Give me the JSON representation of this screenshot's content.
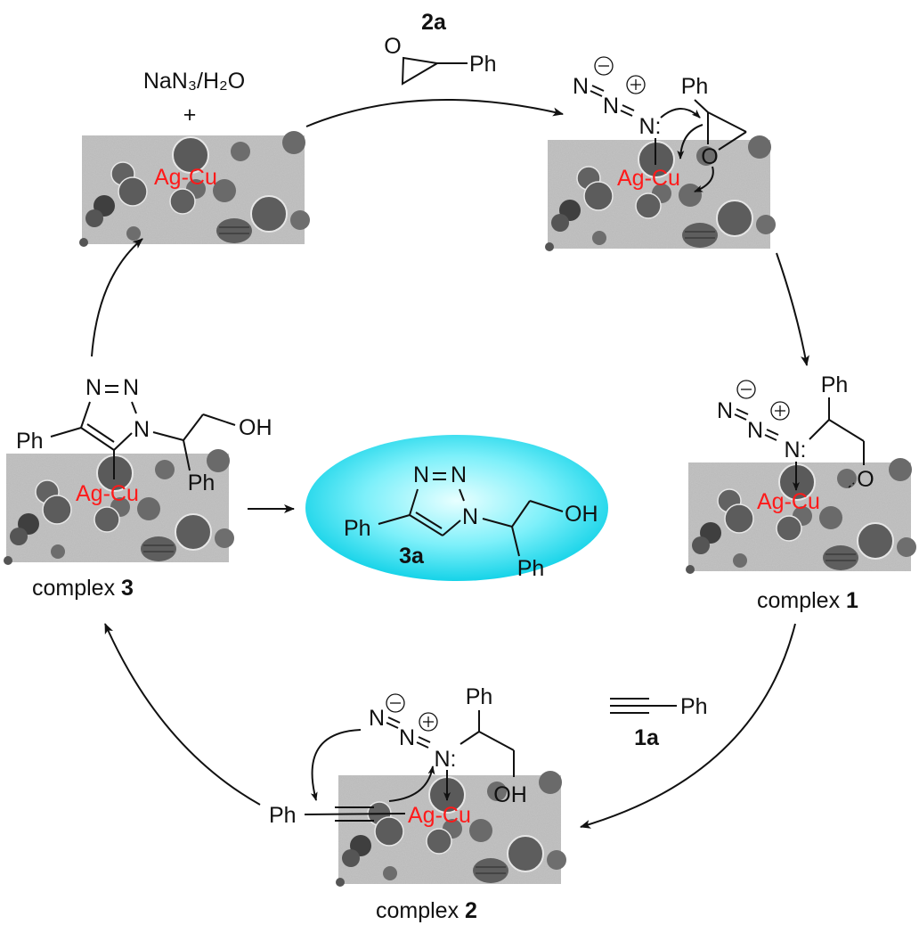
{
  "title": "Proposed catalytic cycle for Ag-Cu nanoparticle catalyzed triazole synthesis",
  "colors": {
    "catalyst_label": "#ff1a1a",
    "product_ellipse_center": "#e8ffff",
    "product_ellipse_edge": "#16d3e8",
    "tem_background": "#b9b9b9"
  },
  "catalyst_label": "Ag-Cu",
  "reagents": {
    "azide": {
      "label": "NaN₃/H₂O",
      "plus": "+"
    },
    "epoxide": {
      "id": "2a",
      "oxygen": "O",
      "substituent": "Ph"
    },
    "alkyne": {
      "id": "1a",
      "substituent": "Ph"
    }
  },
  "stages": {
    "start": {
      "catalyst": "Ag-Cu"
    },
    "epoxide_activation": {
      "atoms": {
        "n1": "N",
        "n2": "N",
        "n3": "N:",
        "o": "O",
        "ph": "Ph"
      },
      "charges": [
        "−",
        "+"
      ]
    },
    "complex1": {
      "caption_text": "complex ",
      "caption_num": "1",
      "atoms": {
        "n1": "N",
        "n2": "N",
        "n3": "N:",
        "o": "O",
        "ph": "Ph"
      },
      "charges": [
        "−",
        "+"
      ]
    },
    "complex2": {
      "caption_text": "complex ",
      "caption_num": "2",
      "atoms": {
        "n1": "N",
        "n2": "N",
        "n3": "N:",
        "oh": "OH",
        "ph_top": "Ph",
        "ph_alkyne": "Ph"
      },
      "charges": [
        "−",
        "+"
      ]
    },
    "complex3": {
      "caption_text": "complex ",
      "caption_num": "3",
      "atoms": {
        "n_top_left": "N",
        "n_top_right": "N",
        "n_ring": "N",
        "oh": "OH",
        "ph_left": "Ph",
        "ph_bottom": "Ph"
      }
    }
  },
  "product": {
    "id": "3a",
    "atoms": {
      "n_top_left": "N",
      "n_top_right": "N",
      "n_ring": "N",
      "oh": "OH",
      "ph_left": "Ph",
      "ph_bottom": "Ph"
    }
  }
}
